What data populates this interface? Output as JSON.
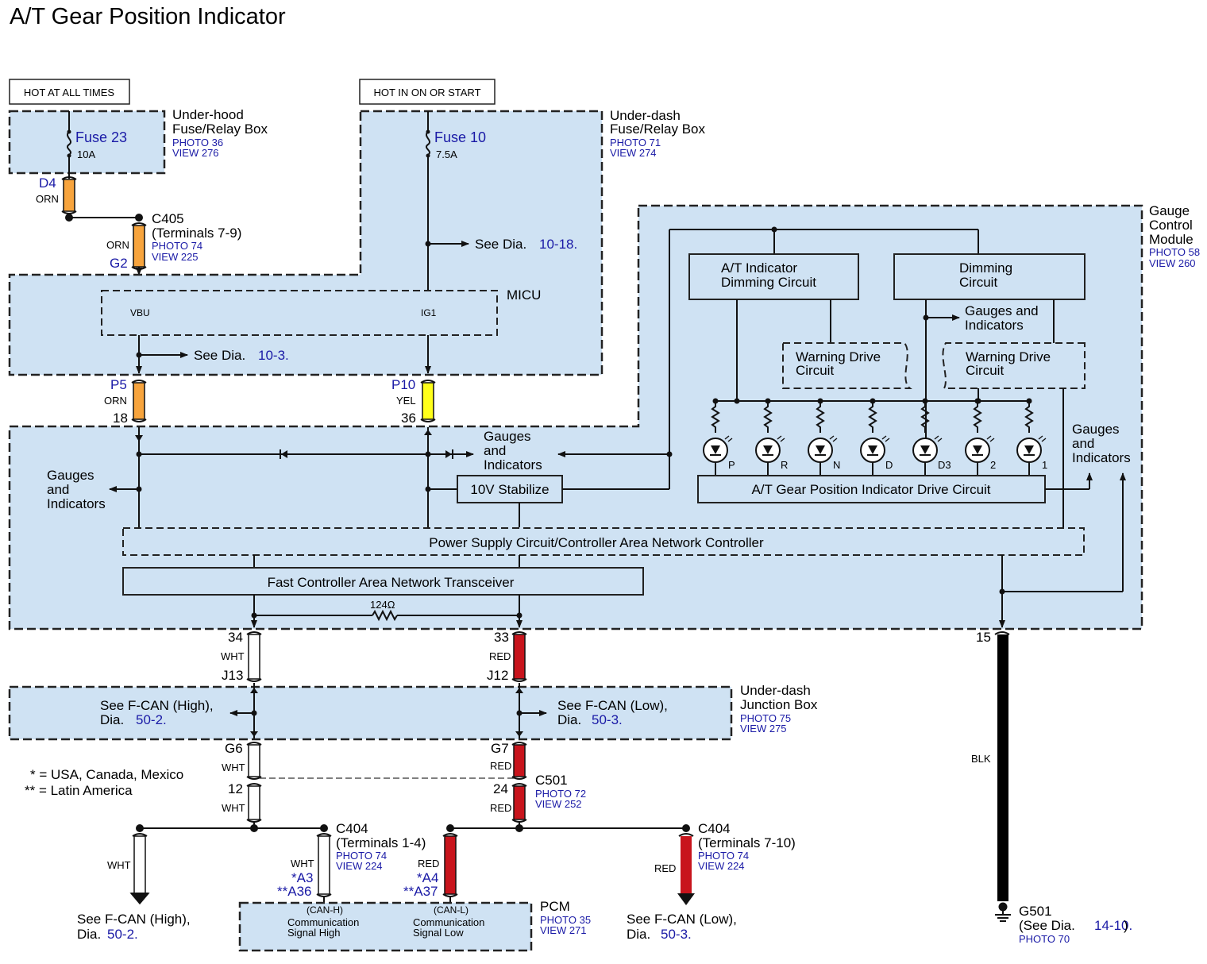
{
  "title": "A/T Gear Position Indicator",
  "colors": {
    "orn": "#f7a43d",
    "yel": "#ffff1a",
    "red": "#c8141c",
    "blk": "#000000",
    "wht": "#ffffff",
    "area": "#cfe2f3",
    "link": "#1a1aa6"
  },
  "power": {
    "hot_all_times": "HOT AT ALL TIMES",
    "hot_on_start": "HOT IN ON OR START"
  },
  "underhood": {
    "fuse": "Fuse 23",
    "rating": "10A",
    "name1": "Under-hood",
    "name2": "Fuse/Relay Box",
    "photo": "PHOTO 36",
    "view": "VIEW 276"
  },
  "underdash": {
    "fuse": "Fuse 10",
    "rating": "7.5A",
    "name1": "Under-dash",
    "name2": "Fuse/Relay Box",
    "photo": "PHOTO 71",
    "view": "VIEW 274"
  },
  "d4": {
    "pin": "D4",
    "color": "ORN"
  },
  "c405": {
    "name": "C405",
    "terminals": "(Terminals 7-9)",
    "color": "ORN",
    "pin": "G2",
    "photo": "PHOTO 74",
    "view": "VIEW 225"
  },
  "see_10_18": {
    "prefix": "See  Dia.",
    "ref": "10-18."
  },
  "micu": {
    "name": "MICU",
    "vbu": "VBU",
    "ig1": "IG1"
  },
  "see_10_3": {
    "prefix": "See  Dia.",
    "ref": "10-3."
  },
  "p5": {
    "pin": "P5",
    "color": "ORN",
    "num": "18"
  },
  "p10": {
    "pin": "P10",
    "color": "YEL",
    "num": "36"
  },
  "gcm": {
    "name1": "Gauge",
    "name2": "Control",
    "name3": "Module",
    "photo": "PHOTO 58",
    "view": "VIEW 260"
  },
  "at_dim": {
    "l1": "A/T Indicator",
    "l2": "Dimming Circuit"
  },
  "dim": {
    "l1": "Dimming",
    "l2": "Circuit"
  },
  "warn_left": {
    "l1": "Warning Drive",
    "l2": "Circuit"
  },
  "warn_right": {
    "l1": "Warning Drive",
    "l2": "Circuit"
  },
  "gauges_a": {
    "l1": "Gauges and",
    "l2": "Indicators"
  },
  "gauges_b": {
    "l1": "Gauges",
    "l2": "and",
    "l3": "Indicators"
  },
  "gauges_c": {
    "l1": "Gauges",
    "l2": "and",
    "l3": "Indicators"
  },
  "gauges_d": {
    "l1": "Gauges",
    "l2": "and",
    "l3": "Indicators"
  },
  "lamps": [
    "P",
    "R",
    "N",
    "D",
    "D3",
    "2",
    "1"
  ],
  "drive_circuit": "A/T Gear Position Indicator Drive Circuit",
  "stabilize": "10V Stabilize",
  "power_supply": "Power Supply Circuit/Controller Area Network Controller",
  "transceiver": "Fast Controller Area Network Transceiver",
  "resistor": "124Ω",
  "pin34": {
    "num": "34",
    "color": "WHT",
    "conn": "J13"
  },
  "pin33": {
    "num": "33",
    "color": "RED",
    "conn": "J12"
  },
  "pin15": {
    "num": "15",
    "color": "BLK"
  },
  "jb": {
    "name1": "Under-dash",
    "name2": "Junction Box",
    "photo": "PHOTO 75",
    "view": "VIEW 275"
  },
  "fcan_high_jb": {
    "l1": "See F-CAN (High),",
    "prefix": "Dia.",
    "ref": "50-2."
  },
  "fcan_low_jb": {
    "l1": "See F-CAN (Low),",
    "prefix": "Dia.",
    "ref": "50-3."
  },
  "g6": {
    "pin": "G6",
    "color": "WHT"
  },
  "g7": {
    "pin": "G7",
    "color": "RED"
  },
  "notes": {
    "n1": "*  = USA, Canada, Mexico",
    "n2": "** = Latin America"
  },
  "c501": {
    "name": "C501",
    "photo": "PHOTO 72",
    "view": "VIEW 252",
    "pin_left": "12",
    "color_left": "WHT",
    "pin_right": "24",
    "color_right": "RED"
  },
  "c404a": {
    "name": "C404",
    "terminals": "(Terminals 1-4)",
    "photo": "PHOTO 74",
    "view": "VIEW 224",
    "color": "WHT",
    "p1": "*A3",
    "p2": "**A36"
  },
  "c404b": {
    "name": "C404",
    "terminals": "(Terminals 7-10)",
    "photo": "PHOTO 74",
    "view": "VIEW 224",
    "color": "RED"
  },
  "pcm_conn": {
    "color": "RED",
    "p1": "*A4",
    "p2": "**A37"
  },
  "left_wht": "WHT",
  "fcan_high_bottom": {
    "l1": "See F-CAN (High),",
    "prefix": "Dia.",
    "ref": "50-2."
  },
  "fcan_low_bottom": {
    "l1": "See F-CAN (Low),",
    "prefix": "Dia.",
    "ref": "50-3."
  },
  "pcm": {
    "name": "PCM",
    "photo": "PHOTO 35",
    "view": "VIEW 271",
    "canh": "(CAN-H)",
    "canl": "(CAN-L)",
    "h1": "Communication",
    "h2": "Signal High",
    "l1": "Communication",
    "l2": "Signal Low"
  },
  "g501": {
    "name": "G501",
    "prefix": "(See Dia.",
    "ref": "14-10.",
    ")": ")",
    "photo": "PHOTO 70"
  }
}
